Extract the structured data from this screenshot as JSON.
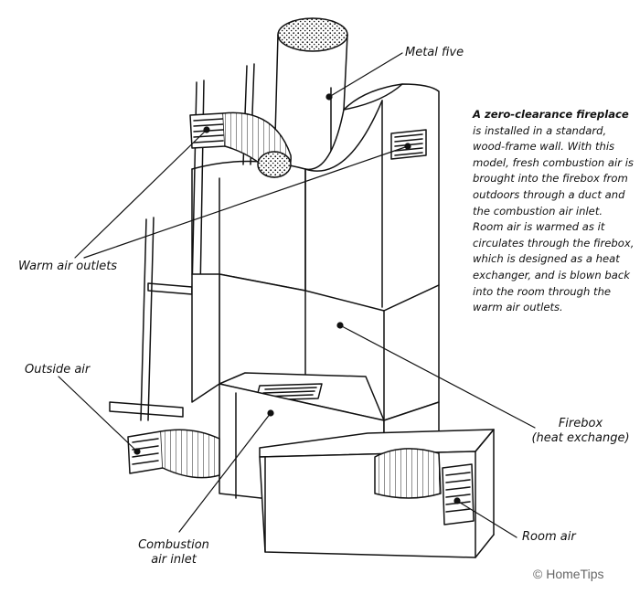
{
  "labels": {
    "metal_flue": "Metal five",
    "warm_air_outlets": "Warm air outlets",
    "outside_air": "Outside air",
    "firebox_line1": "Firebox",
    "firebox_line2": "(heat exchange)",
    "combustion_line1": "Combustion",
    "combustion_line2": "air inlet",
    "room_air": "Room air"
  },
  "description": {
    "lead": "A zero-clearance fireplace",
    "body": "is installed in a standard, wood-frame wall. With this model, fresh combustion air is brought into the firebox from outdoors through a duct and the combustion air inlet. Room air is warmed as it circulates through the firebox, which is designed as a heat exchanger, and is blown back into the room through the warm air outlets."
  },
  "copyright": "© HomeTips"
}
